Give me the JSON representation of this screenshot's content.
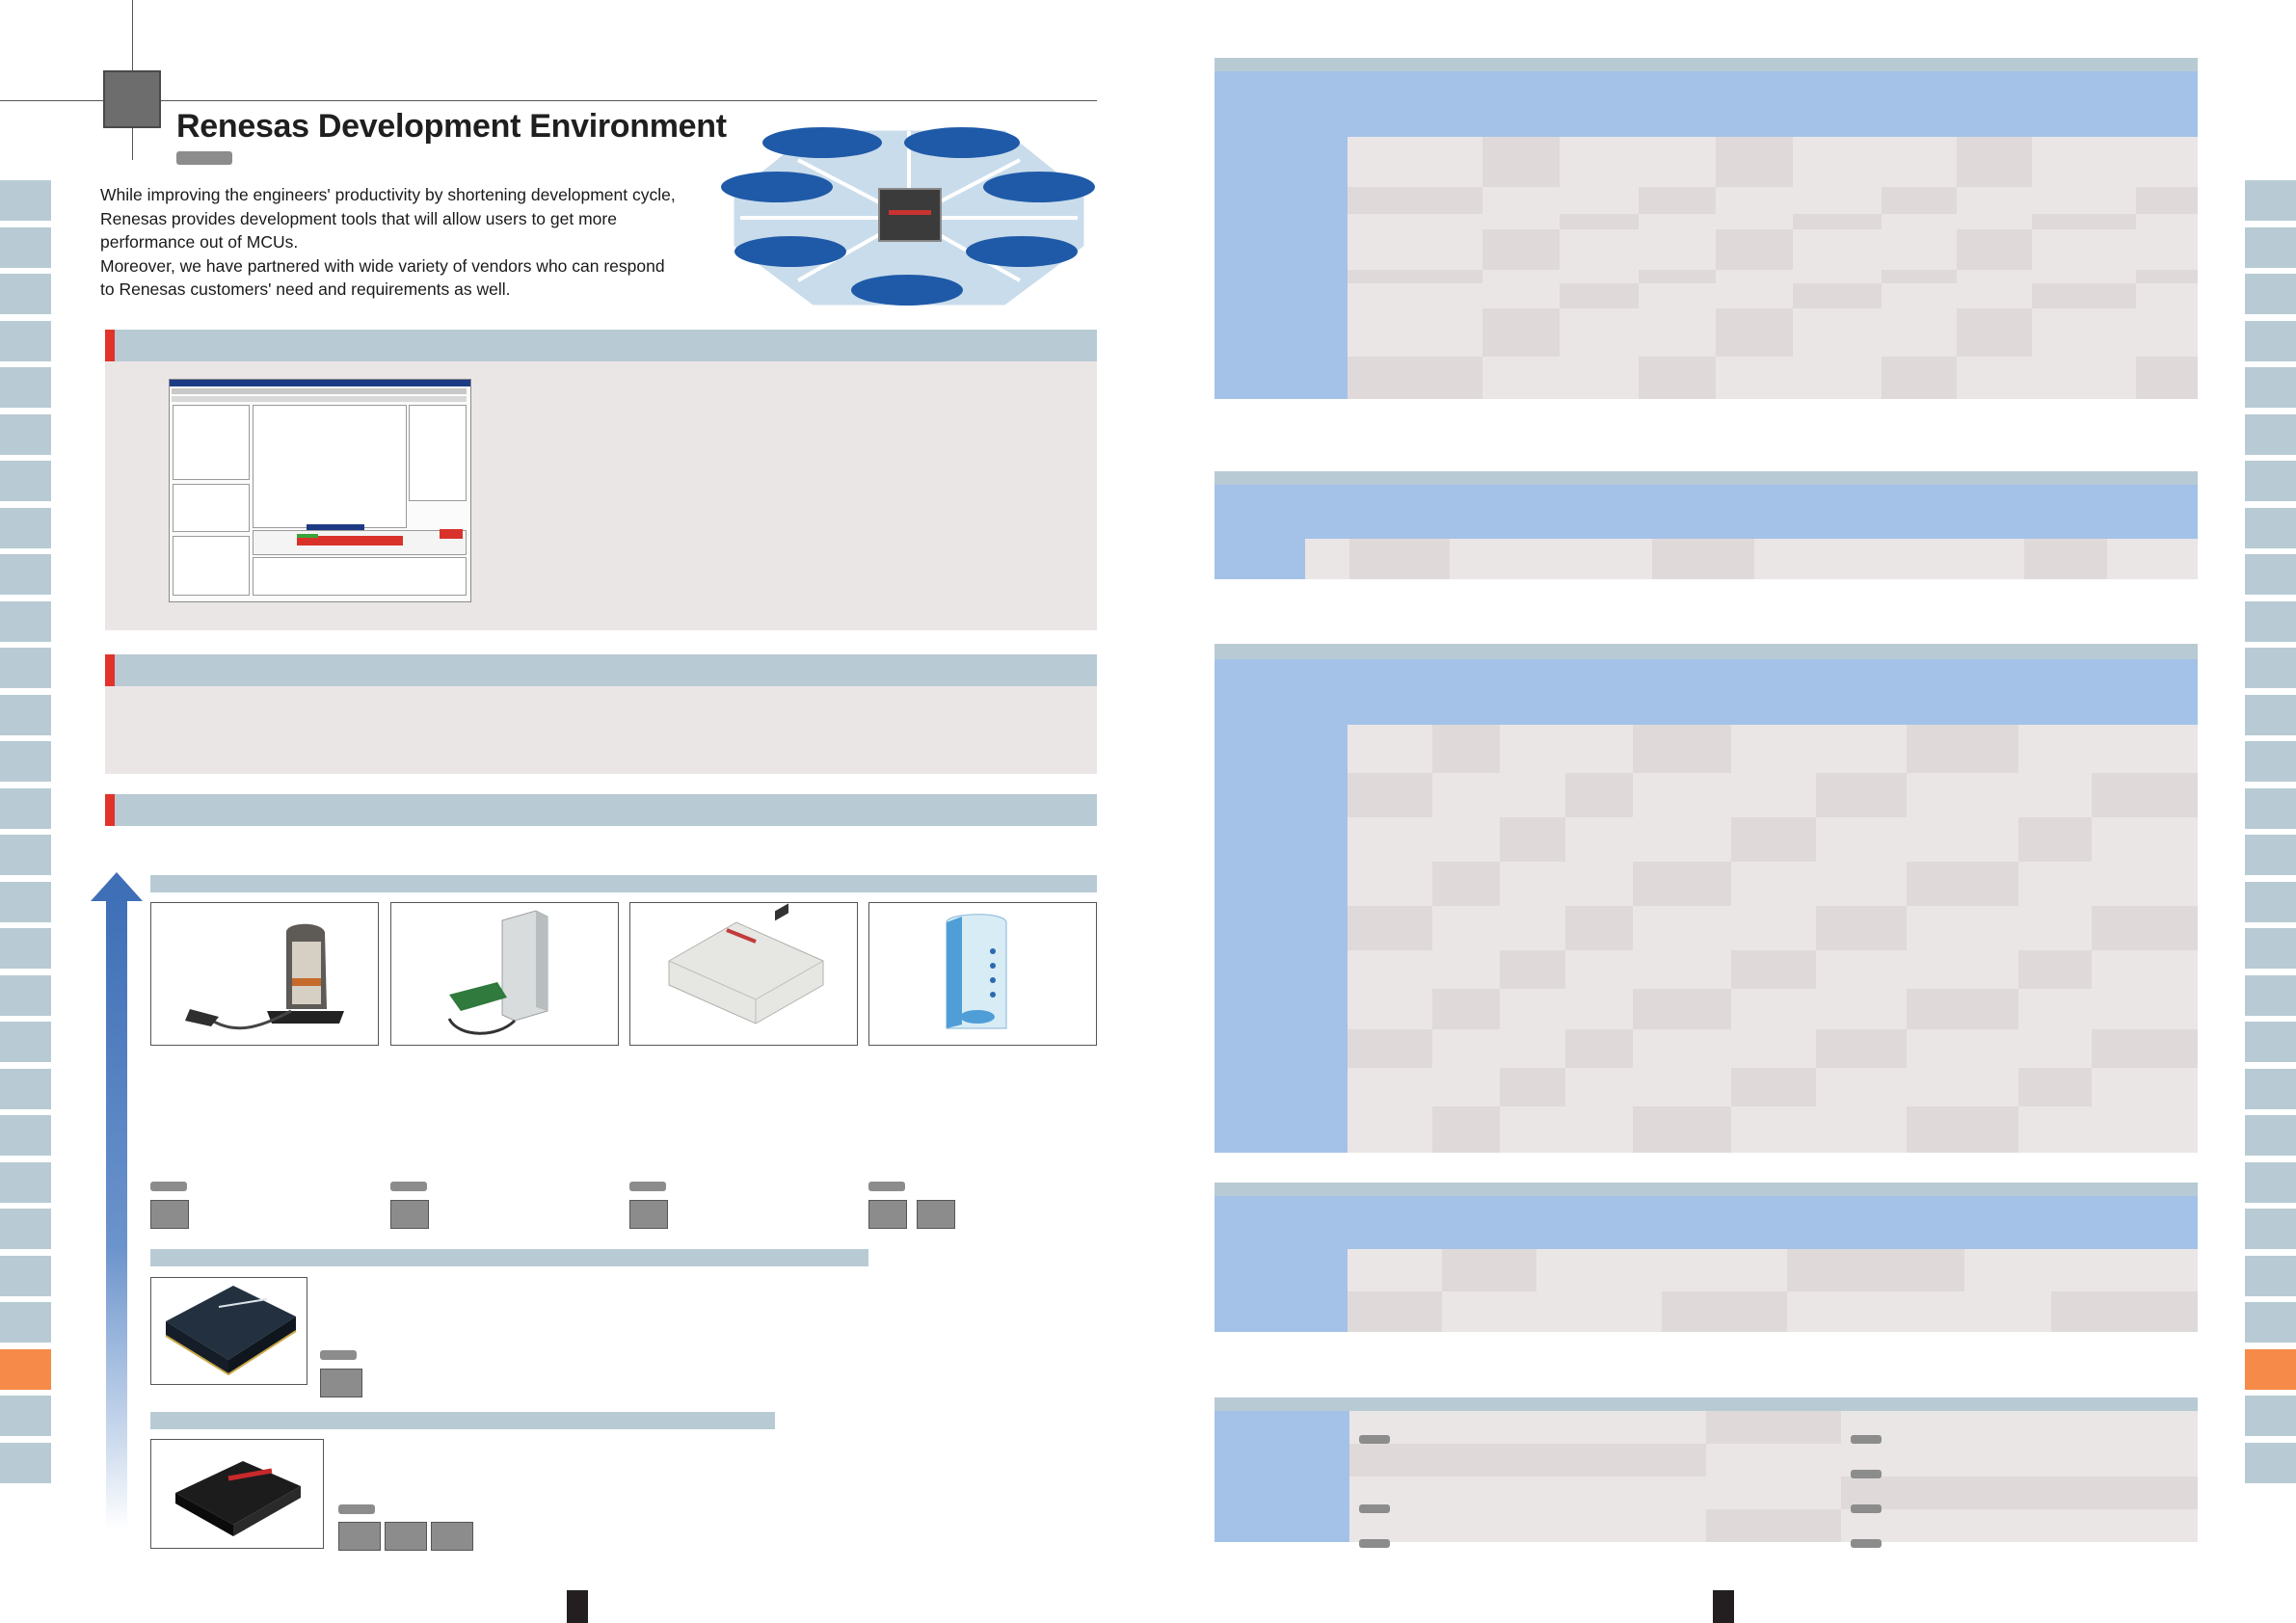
{
  "header": {
    "title": "Renesas Development Environment"
  },
  "intro": {
    "paragraph1": "While improving the engineers' productivity by shortening development cycle, Renesas provides development tools that will allow users to get more performance out of MCUs.",
    "paragraph2": "Moreover, we have partnered with wide variety of vendors who can respond to Renesas customers' need and requirements as well."
  },
  "colors": {
    "section_bar": "#b8cbd4",
    "accent_red": "#e2332b",
    "panel": "#ebe6e6",
    "table_header": "#a4c2e7",
    "side_tab": "#b8cbd4",
    "side_tab_active": "#f68a48",
    "arrow": "#3f6fb7"
  },
  "icons": {
    "ide_window": "window-screenshot-icon",
    "emulator_1": "e10-emulator-icon",
    "emulator_2": "e100-emulator-icon",
    "emulator_3": "e1000-emulator-icon",
    "emulator_4": "ez-emulator-icon",
    "full_spec": "full-spec-emulator-icon",
    "programmer": "flash-programmer-icon",
    "mcu_hub": "mcu-chip-icon"
  }
}
